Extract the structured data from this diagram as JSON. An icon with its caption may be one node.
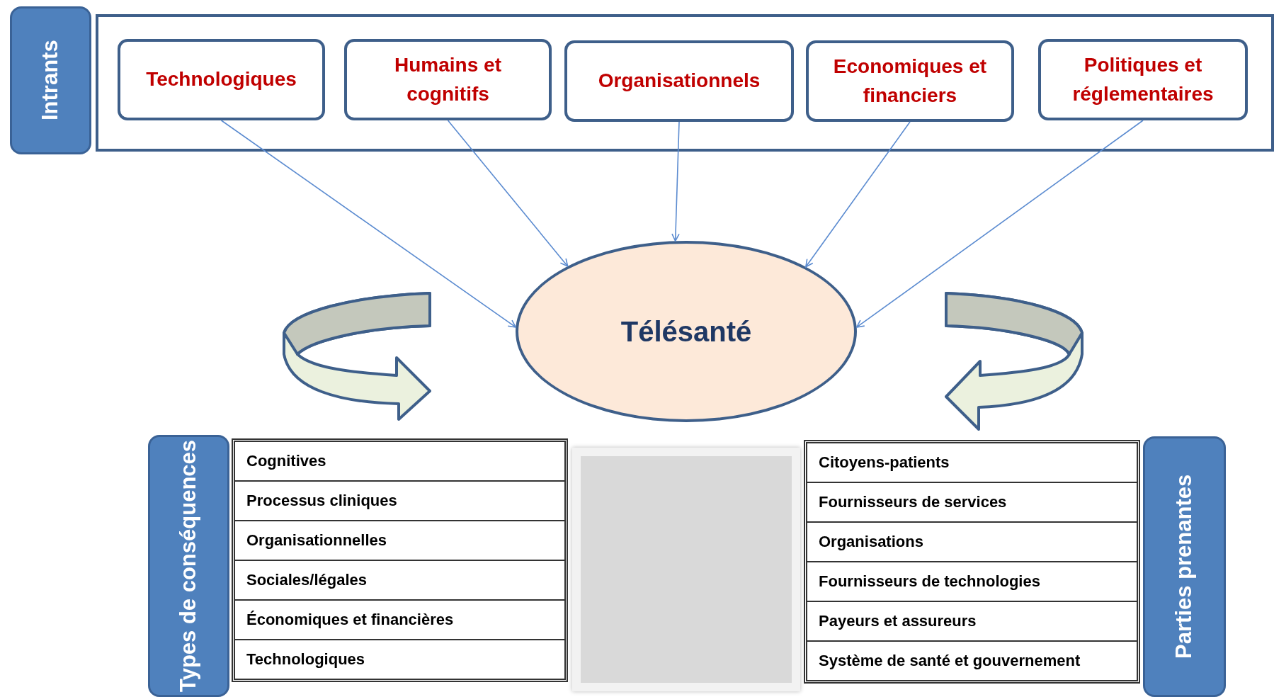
{
  "diagram": {
    "nodes": [
      {
        "text": [
          "Intrants"
        ]
      },
      {
        "text": [
          "Technologiques"
        ],
        "in": 0
      },
      {
        "text": [
          "Humains et cognitifs"
        ],
        "in": 0
      },
      {
        "text": [
          "Organisationnels"
        ],
        "in": 0
      },
      {
        "text": [
          "Economiques et financiers"
        ],
        "in": 0
      },
      {
        "text": [
          "Politiques et réglementaires"
        ],
        "in": 0
      },
      {
        "text": [
          "Télésanté"
        ]
      },
      {
        "text": [
          "Types de conséquences"
        ]
      },
      {
        "text": [
          "Cognitives"
        ],
        "in": 7
      },
      {
        "text": [
          "Processus cliniques"
        ],
        "in": 7
      },
      {
        "text": [
          "Organisationnelles"
        ],
        "in": 7
      },
      {
        "text": [
          "Sociales/légales"
        ],
        "in": 7
      },
      {
        "text": [
          "Économiques et financières"
        ],
        "in": 7
      },
      {
        "text": [
          "Technologiques"
        ],
        "in": 7
      },
      {
        "text": [],
        "shape": "box"
      },
      {
        "text": [
          "Parties prenantes"
        ]
      },
      {
        "text": [
          "Citoyens-patients"
        ],
        "in": 15
      },
      {
        "text": [
          "Fournisseurs de services"
        ],
        "in": 15
      },
      {
        "text": [
          "Organisations"
        ],
        "in": 15
      },
      {
        "text": [
          "Fournisseurs de technologies"
        ],
        "in": 15
      },
      {
        "text": [
          "Payeurs et assureurs"
        ],
        "in": 15
      },
      {
        "text": [
          "Système de santé et gouvernement"
        ],
        "in": 15
      }
    ],
    "edges": [
      {
        "from": 1,
        "to": 6,
        "arrow": "to"
      },
      {
        "from": 2,
        "to": 6,
        "arrow": "to"
      },
      {
        "from": 3,
        "to": 6,
        "arrow": "to"
      },
      {
        "from": 4,
        "to": 6,
        "arrow": "to"
      },
      {
        "from": 5,
        "to": 6,
        "arrow": "to"
      }
    ]
  }
}
